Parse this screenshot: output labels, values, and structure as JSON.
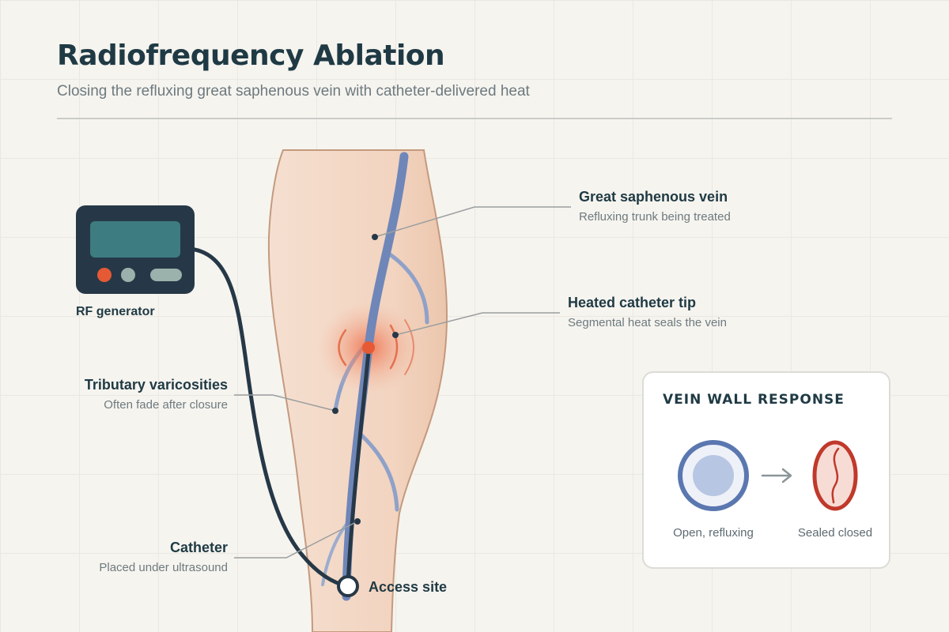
{
  "header": {
    "title": "Radiofrequency Ablation",
    "subtitle": "Closing the refluxing great saphenous vein with catheter-delivered heat"
  },
  "generator": {
    "label": "RF generator"
  },
  "callouts": {
    "gsv": {
      "title": "Great saphenous vein",
      "desc": "Refluxing trunk being treated"
    },
    "tip": {
      "title": "Heated catheter tip",
      "desc": "Segmental heat seals the vein"
    },
    "tributary": {
      "title": "Tributary varicosities",
      "desc": "Often fade after closure"
    },
    "catheter": {
      "title": "Catheter",
      "desc": "Placed under ultrasound"
    },
    "access": {
      "title": "Access site"
    }
  },
  "panel": {
    "title": "VEIN WALL RESPONSE",
    "open_label": "Open, refluxing",
    "closed_label": "Sealed closed"
  },
  "colors": {
    "skin": "#f3d7c4",
    "skin_outline": "#c49a7e",
    "vein": "#6f86b8",
    "catheter": "#263847",
    "heat": "#e55a35",
    "sealed": "#c0392b"
  }
}
